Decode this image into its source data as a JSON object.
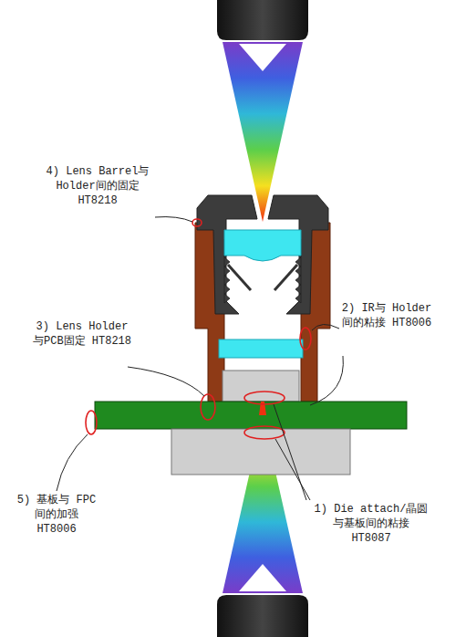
{
  "diagram": {
    "labels": [
      "4) Lens Barrel与 Holder间的固定 HT8218",
      "3) Lens Holder 与PCB固定 HT8218",
      "2) IR与 Holder 间的粘接 HT8006",
      "5) 基板与 FPC间的加强 HT8006",
      "1) Die attach/晶圆 与基板间的粘接 HT8087"
    ]
  }
}
